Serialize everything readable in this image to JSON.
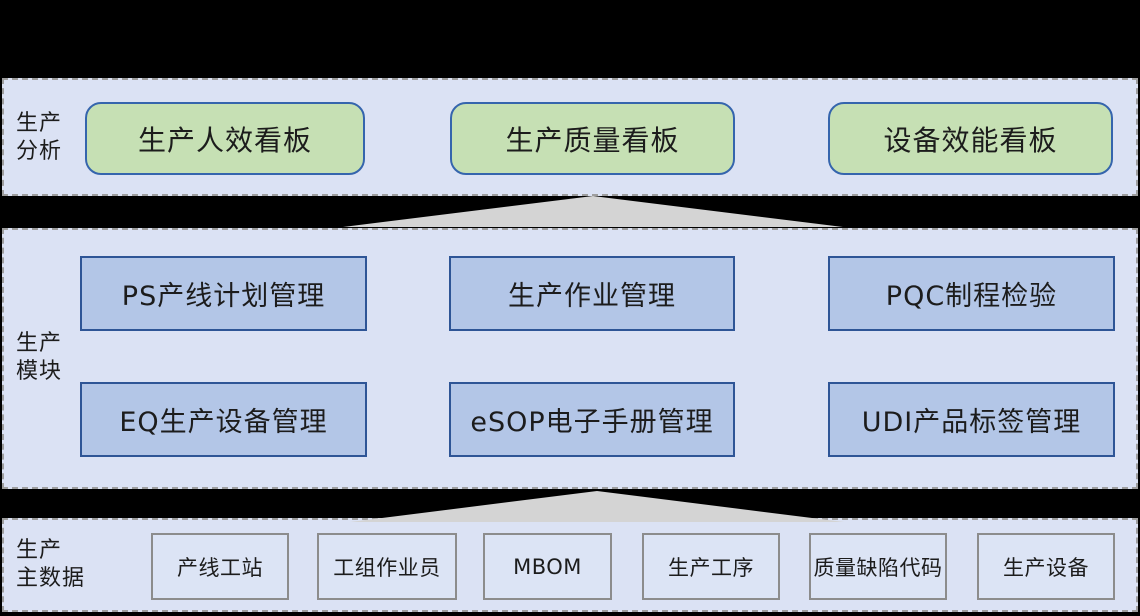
{
  "colors": {
    "background": "#000000",
    "panel_fill": "#dbe2f4",
    "panel_border": "#9e9e9e",
    "green_node_fill": "#c6e0b4",
    "green_node_border": "#3565ad",
    "blue_node_fill": "#b3c6e7",
    "blue_node_border": "#2e5596",
    "small_node_fill": "#dce4f5",
    "small_node_border": "#8c8c8c",
    "arrow_fill": "#d4d4d4",
    "text": "#1c1c1c"
  },
  "layers": [
    {
      "name": "production-analysis",
      "label_lines": [
        "生产",
        "分析"
      ],
      "items": [
        "生产人效看板",
        "生产质量看板",
        "设备效能看板"
      ]
    },
    {
      "name": "production-modules",
      "label_lines": [
        "生产",
        "模块"
      ],
      "rows": [
        [
          "PS产线计划管理",
          "生产作业管理",
          "PQC制程检验"
        ],
        [
          "EQ生产设备管理",
          "eSOP电子手册管理",
          "UDI产品标签管理"
        ]
      ]
    },
    {
      "name": "production-master-data",
      "label_lines": [
        "生产",
        "主数据"
      ],
      "items": [
        "产线工站",
        "工组作业员",
        "MBOM",
        "生产工序",
        "质量缺陷代码",
        "生产设备"
      ]
    }
  ]
}
